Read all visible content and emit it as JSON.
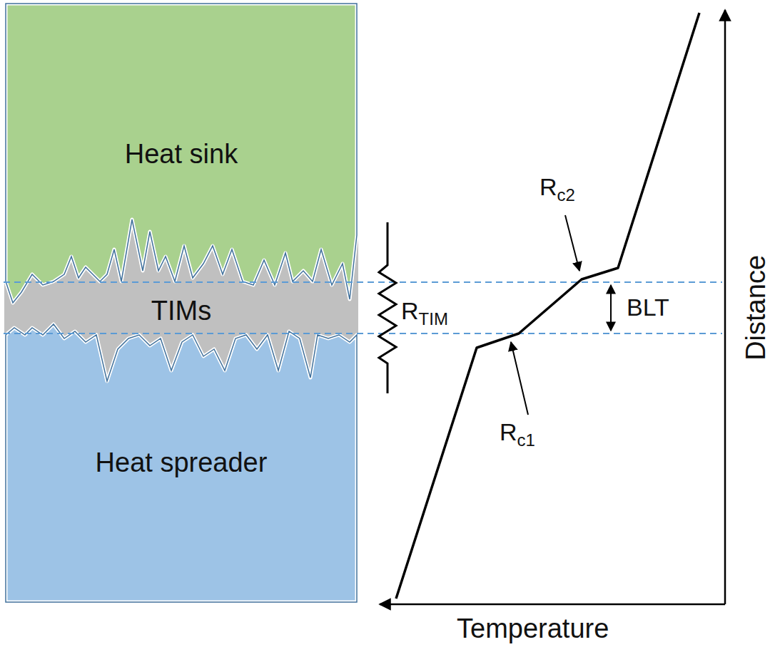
{
  "diagram": {
    "nodes": [
      {
        "text": [
          "Heat sink"
        ]
      },
      {
        "text": [
          "TIMs"
        ]
      },
      {
        "text": [
          "Heat spreader"
        ]
      }
    ],
    "labels": [
      "R",
      "TIM",
      "R",
      "c2",
      "R",
      "c1",
      "BLT",
      "Temperature",
      "Distance"
    ]
  }
}
